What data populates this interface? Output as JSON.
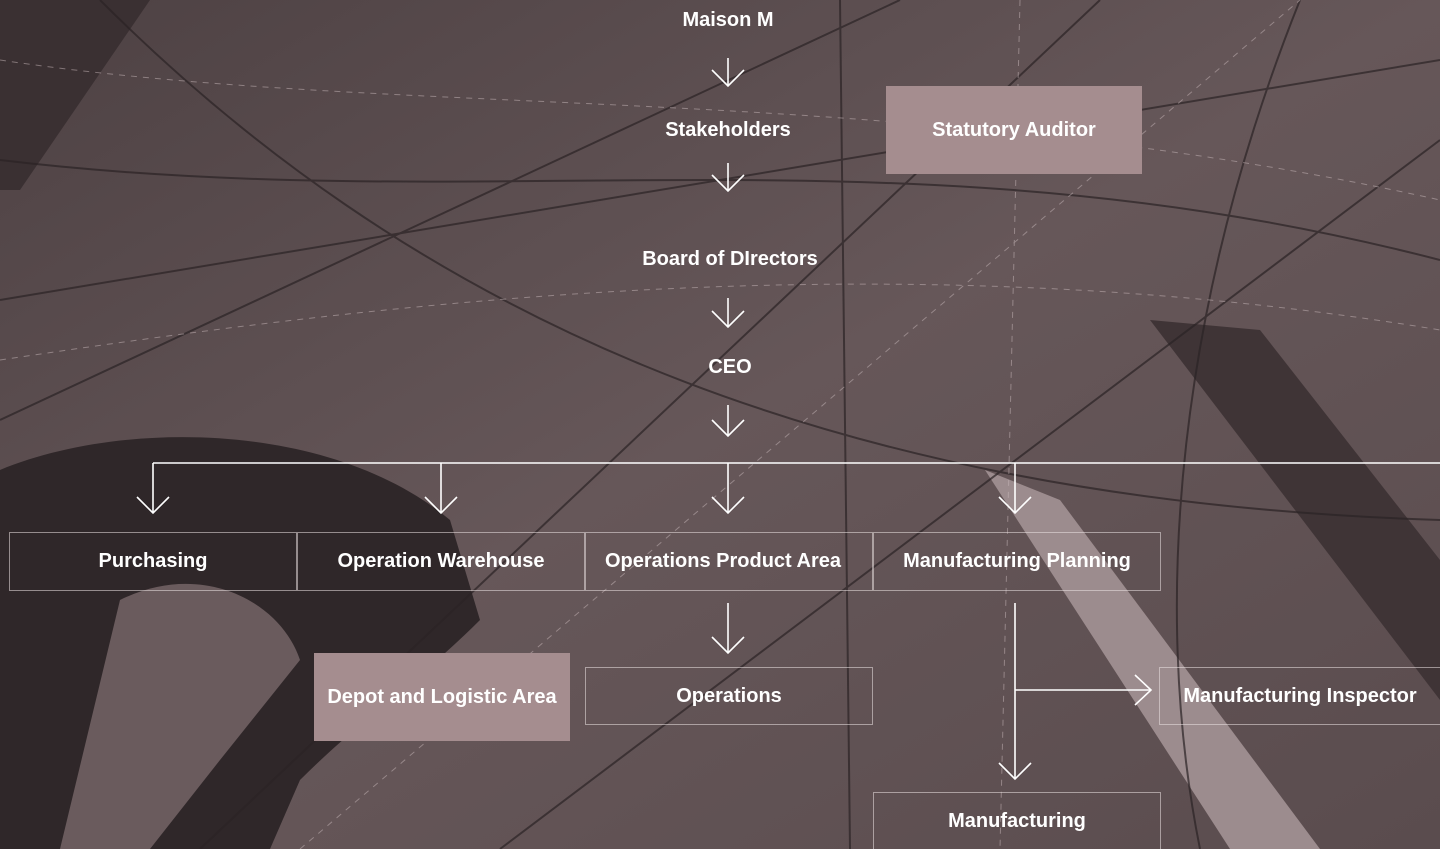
{
  "colors": {
    "background": "#5e5052",
    "filled_box": "#a58d8f",
    "line": "#ffffff",
    "text": "#ffffff"
  },
  "org": {
    "maison": "Maison M",
    "stakeholders": "Stakeholders",
    "statutory_auditor": "Statutory Auditor",
    "board": "Board of DIrectors",
    "ceo": "CEO",
    "purchasing": "Purchasing",
    "operation_warehouse": "Operation Warehouse",
    "operations_product_area": "Operations Product Area",
    "manufacturing_planning": "Manufacturing Planning",
    "depot_logistic": "Depot and Logistic Area",
    "operations": "Operations",
    "manufacturing_inspector": "Manufacturing Inspector",
    "manufacturing": "Manufacturing"
  }
}
